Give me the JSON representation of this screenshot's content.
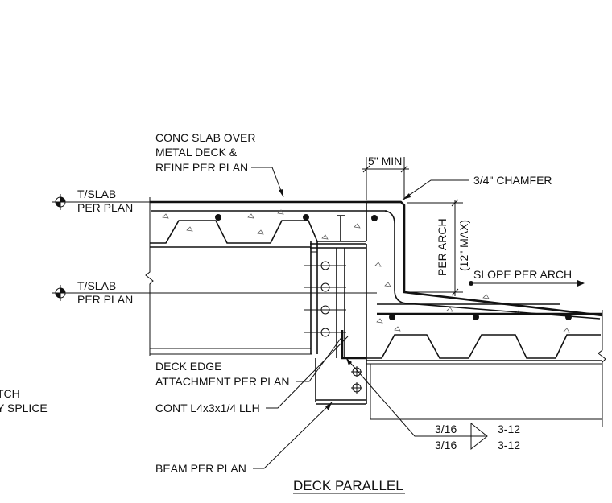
{
  "drawing": {
    "title": "DECK PARALLEL",
    "labels": {
      "conc_slab_1": "CONC SLAB OVER",
      "conc_slab_2": "METAL DECK &",
      "conc_slab_3": "REINF PER PLAN",
      "tslab_upper_1": "T/SLAB",
      "tslab_upper_2": "PER PLAN",
      "tslab_lower_1": "T/SLAB",
      "tslab_lower_2": "PER PLAN",
      "min_dim": "5\" MIN",
      "chamfer": "3/4\" CHAMFER",
      "per_arch": "PER ARCH",
      "max_dim": "(12\" MAX)",
      "slope": "SLOPE PER ARCH",
      "deck_edge_1": "DECK EDGE",
      "deck_edge_2": "ATTACHMENT PER PLAN",
      "angle": "CONT L4x3x1/4 LLH",
      "beam": "BEAM PER PLAN",
      "tch": "TCH",
      "splice": "Y SPLICE",
      "weld_top_size": "3/16",
      "weld_top_len": "3-12",
      "weld_bot_size": "3/16",
      "weld_bot_len": "3-12"
    }
  }
}
